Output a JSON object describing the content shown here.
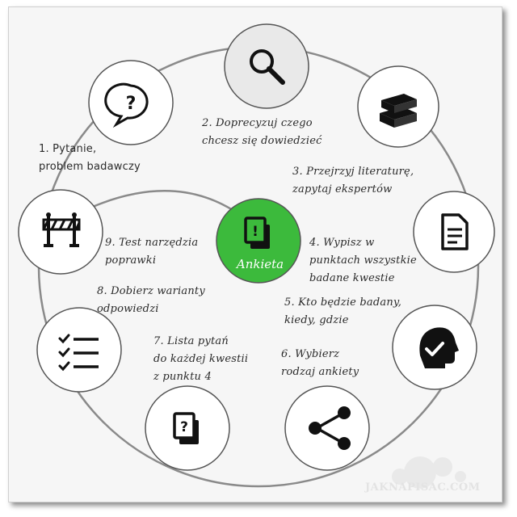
{
  "center": {
    "label": "Ankieta",
    "icon": "exclamation-cards-icon",
    "fill": "#3cba3c"
  },
  "steps": [
    {
      "n": 1,
      "text": "1. Pytanie,\nproblem badawczy",
      "icon": "question-bubble-icon"
    },
    {
      "n": 2,
      "text": "2. Doprecyzuj czego\nchcesz się dowiedzieć",
      "icon": "magnifier-icon"
    },
    {
      "n": 3,
      "text": "3. Przejrzyj literaturę,\nzapytaj ekspertów",
      "icon": "books-icon"
    },
    {
      "n": 4,
      "text": "4. Wypisz w\npunktach wszystkie\nbadane kwestie",
      "icon": "document-icon"
    },
    {
      "n": 5,
      "text": "5. Kto będzie badany,\nkiedy, gdzie",
      "icon": "head-check-icon"
    },
    {
      "n": 6,
      "text": "6. Wybierz\nrodzaj ankiety",
      "icon": "share-icon"
    },
    {
      "n": 7,
      "text": "7. Lista pytań\ndo każdej kwestii\nz punktu 4",
      "icon": "question-cards-icon"
    },
    {
      "n": 8,
      "text": "8. Dobierz warianty\nodpowiedzi",
      "icon": "checklist-icon"
    },
    {
      "n": 9,
      "text": "9. Test narzędzia\npoprawki",
      "icon": "barrier-icon"
    }
  ],
  "watermark": "JAKNAPISAC.COM"
}
